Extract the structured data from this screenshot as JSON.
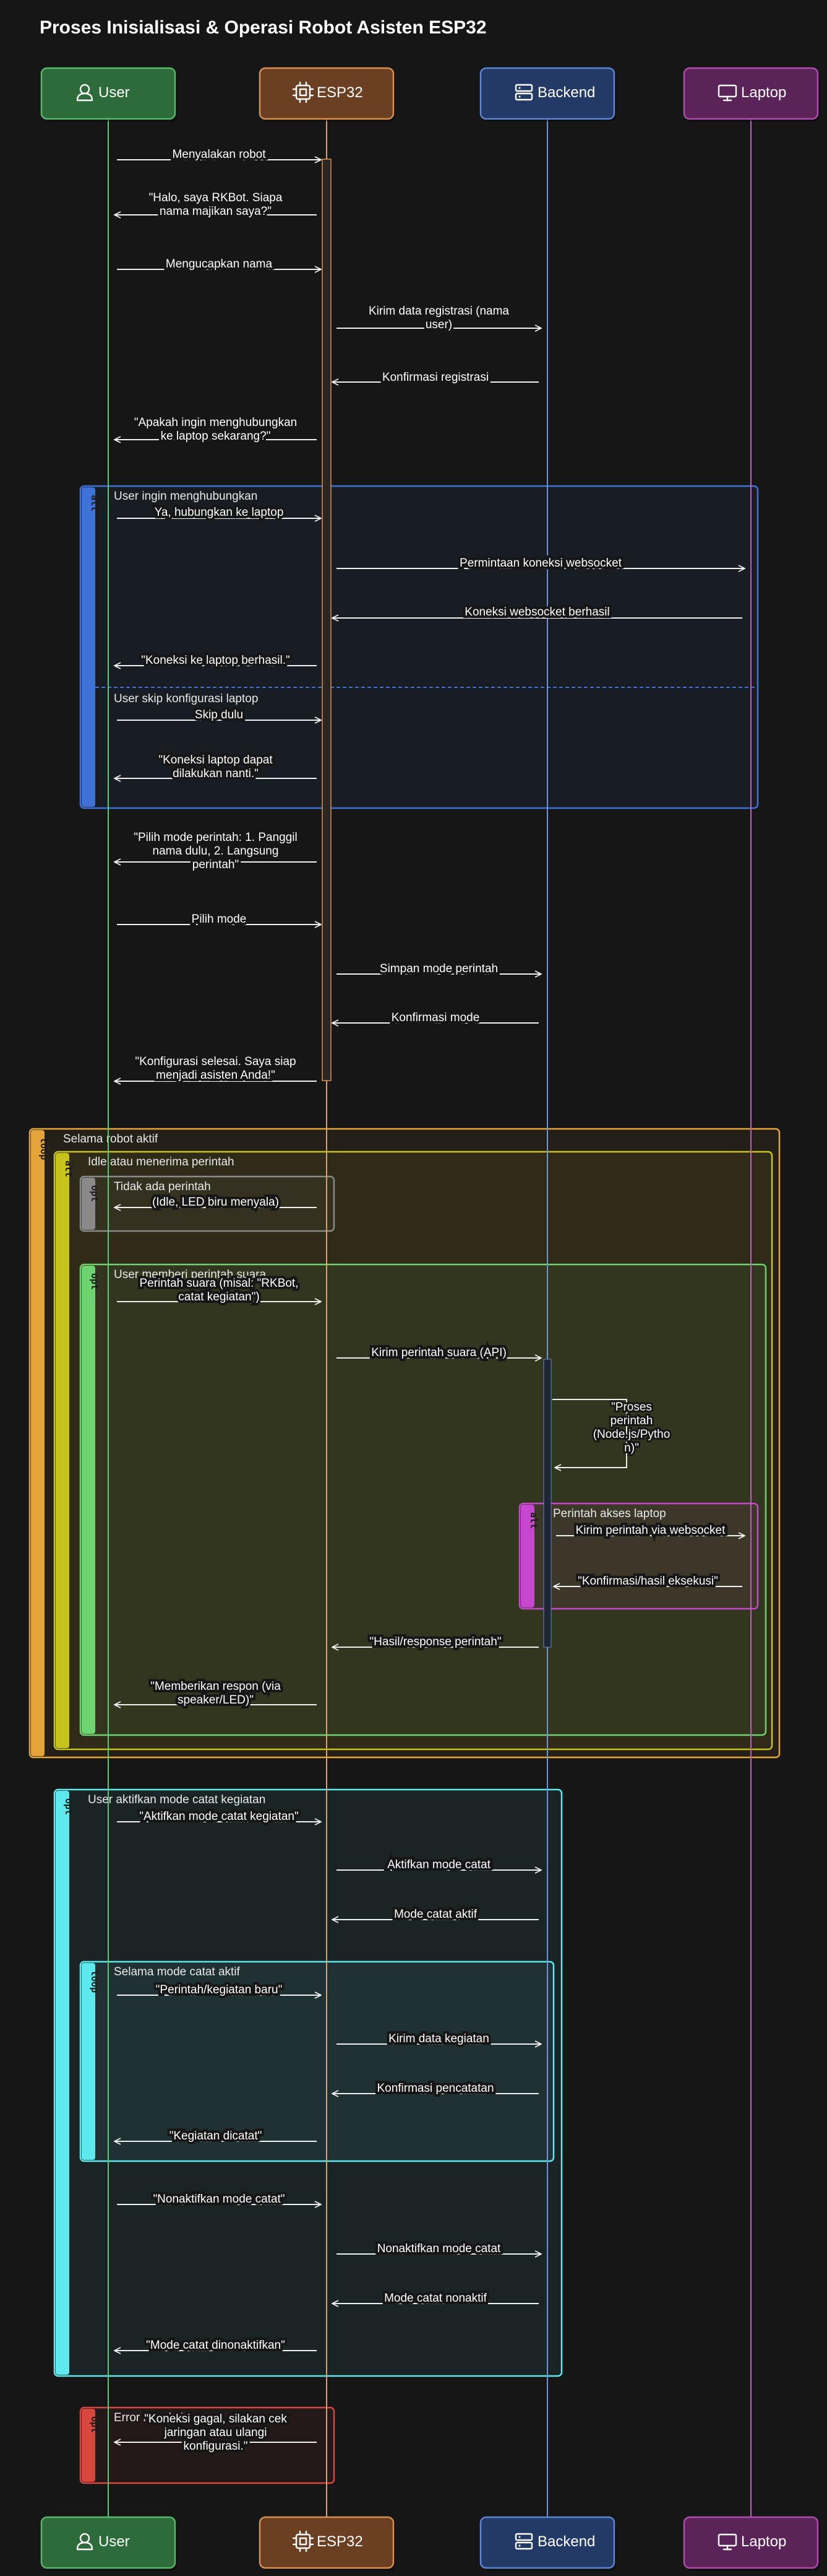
{
  "title": "Proses Inisialisasi & Operasi Robot Asisten ESP32",
  "participants": [
    {
      "id": "user",
      "label": "User",
      "icon": "user-icon",
      "fill": "#2e6b3a",
      "border": "#56b86a",
      "line": "#5fc873"
    },
    {
      "id": "esp32",
      "label": "ESP32",
      "icon": "chip-icon",
      "fill": "#6b3f22",
      "border": "#d9904f",
      "line": "#e0a25a"
    },
    {
      "id": "backend",
      "label": "Backend",
      "icon": "server-icon",
      "fill": "#243a66",
      "border": "#5c86d6",
      "line": "#6d94e0"
    },
    {
      "id": "laptop",
      "label": "Laptop",
      "icon": "laptop-icon",
      "fill": "#5a2459",
      "border": "#b04cb0",
      "line": "#c25ac2"
    }
  ],
  "messages": [
    {
      "from": "user",
      "to": "esp32",
      "text": [
        "Menyalakan robot"
      ]
    },
    {
      "from": "esp32",
      "to": "user",
      "text": [
        "\"Halo, saya RKBot. Siapa",
        "nama majikan saya?\""
      ]
    },
    {
      "from": "user",
      "to": "esp32",
      "text": [
        "Mengucapkan nama"
      ]
    },
    {
      "from": "esp32",
      "to": "backend",
      "text": [
        "Kirim data registrasi (nama",
        "user)"
      ]
    },
    {
      "from": "backend",
      "to": "esp32",
      "text": [
        "Konfirmasi registrasi"
      ]
    },
    {
      "from": "esp32",
      "to": "user",
      "text": [
        "\"Apakah ingin menghubungkan",
        "ke laptop sekarang?\""
      ]
    },
    {
      "from": "user",
      "to": "esp32",
      "text": [
        "Ya, hubungkan ke laptop"
      ]
    },
    {
      "from": "esp32",
      "to": "laptop",
      "text": [
        "Permintaan koneksi websocket"
      ]
    },
    {
      "from": "laptop",
      "to": "esp32",
      "text": [
        "Koneksi websocket berhasil"
      ]
    },
    {
      "from": "esp32",
      "to": "user",
      "text": [
        "\"Koneksi ke laptop berhasil.\""
      ]
    },
    {
      "from": "user",
      "to": "esp32",
      "text": [
        "Skip dulu"
      ]
    },
    {
      "from": "esp32",
      "to": "user",
      "text": [
        "\"Koneksi laptop dapat",
        "dilakukan nanti.\""
      ]
    },
    {
      "from": "esp32",
      "to": "user",
      "text": [
        "\"Pilih mode perintah: 1. Panggil",
        "nama dulu, 2. Langsung",
        "perintah\""
      ]
    },
    {
      "from": "user",
      "to": "esp32",
      "text": [
        "Pilih mode"
      ]
    },
    {
      "from": "esp32",
      "to": "backend",
      "text": [
        "Simpan mode perintah"
      ]
    },
    {
      "from": "backend",
      "to": "esp32",
      "text": [
        "Konfirmasi mode"
      ]
    },
    {
      "from": "esp32",
      "to": "user",
      "text": [
        "\"Konfigurasi selesai. Saya siap",
        "menjadi asisten Anda!\""
      ]
    },
    {
      "from": "esp32",
      "to": "user",
      "text": [
        "(Idle, LED biru menyala)"
      ]
    },
    {
      "from": "user",
      "to": "esp32",
      "text": [
        "Perintah suara (misal: \"RKBot,",
        "catat kegiatan\")"
      ]
    },
    {
      "from": "esp32",
      "to": "backend",
      "text": [
        "Kirim perintah suara (API)"
      ]
    },
    {
      "from": "backend",
      "to": "backend",
      "text": [
        "\"Proses",
        "perintah",
        "(Node.js/Pytho",
        "n)\""
      ]
    },
    {
      "from": "backend",
      "to": "laptop",
      "text": [
        "Kirim perintah via websocket"
      ]
    },
    {
      "from": "laptop",
      "to": "backend",
      "text": [
        "\"Konfirmasi/hasil eksekusi\""
      ]
    },
    {
      "from": "backend",
      "to": "esp32",
      "text": [
        "\"Hasil/response perintah\""
      ]
    },
    {
      "from": "esp32",
      "to": "user",
      "text": [
        "\"Memberikan respon (via",
        "speaker/LED)\""
      ]
    },
    {
      "from": "user",
      "to": "esp32",
      "text": [
        "\"Aktifkan mode catat kegiatan\""
      ]
    },
    {
      "from": "esp32",
      "to": "backend",
      "text": [
        "Aktifkan mode catat"
      ]
    },
    {
      "from": "backend",
      "to": "esp32",
      "text": [
        "Mode catat aktif"
      ]
    },
    {
      "from": "user",
      "to": "esp32",
      "text": [
        "\"Perintah/kegiatan baru\""
      ]
    },
    {
      "from": "esp32",
      "to": "backend",
      "text": [
        "Kirim data kegiatan"
      ]
    },
    {
      "from": "backend",
      "to": "esp32",
      "text": [
        "Konfirmasi pencatatan"
      ]
    },
    {
      "from": "esp32",
      "to": "user",
      "text": [
        "\"Kegiatan dicatat\""
      ]
    },
    {
      "from": "user",
      "to": "esp32",
      "text": [
        "\"Nonaktifkan mode catat\""
      ]
    },
    {
      "from": "esp32",
      "to": "backend",
      "text": [
        "Nonaktifkan mode catat"
      ]
    },
    {
      "from": "backend",
      "to": "esp32",
      "text": [
        "Mode catat nonaktif"
      ]
    },
    {
      "from": "esp32",
      "to": "user",
      "text": [
        "\"Mode catat dinonaktifkan\""
      ]
    },
    {
      "from": "esp32",
      "to": "user",
      "text": [
        "\"Koneksi gagal, silakan cek",
        "jaringan atau ulangi",
        "konfigurasi.\""
      ]
    }
  ],
  "fragments": [
    {
      "kind": "alt",
      "label": "User ingin menghubungkan",
      "alt_label": "User skip konfigurasi laptop",
      "color": "#3f72d6"
    },
    {
      "kind": "loop",
      "label": "Selama robot aktif",
      "color": "#e3a43a"
    },
    {
      "kind": "alt",
      "label": "Idle atau menerima perintah",
      "color": "#c8c21c"
    },
    {
      "kind": "opt",
      "label": "Tidak ada perintah",
      "color": "#8a8a8a"
    },
    {
      "kind": "opt",
      "label": "User memberi perintah suara",
      "color": "#6fd36f"
    },
    {
      "kind": "alt",
      "label": "Perintah akses laptop",
      "color": "#c548cf"
    },
    {
      "kind": "opt",
      "label": "User aktifkan mode catat kegiatan",
      "color": "#5ee9ee"
    },
    {
      "kind": "loop",
      "label": "Selama mode catat aktif",
      "color": "#5ee9ee"
    },
    {
      "kind": "opt",
      "label": "Error koneksi",
      "color": "#d8473e"
    }
  ]
}
